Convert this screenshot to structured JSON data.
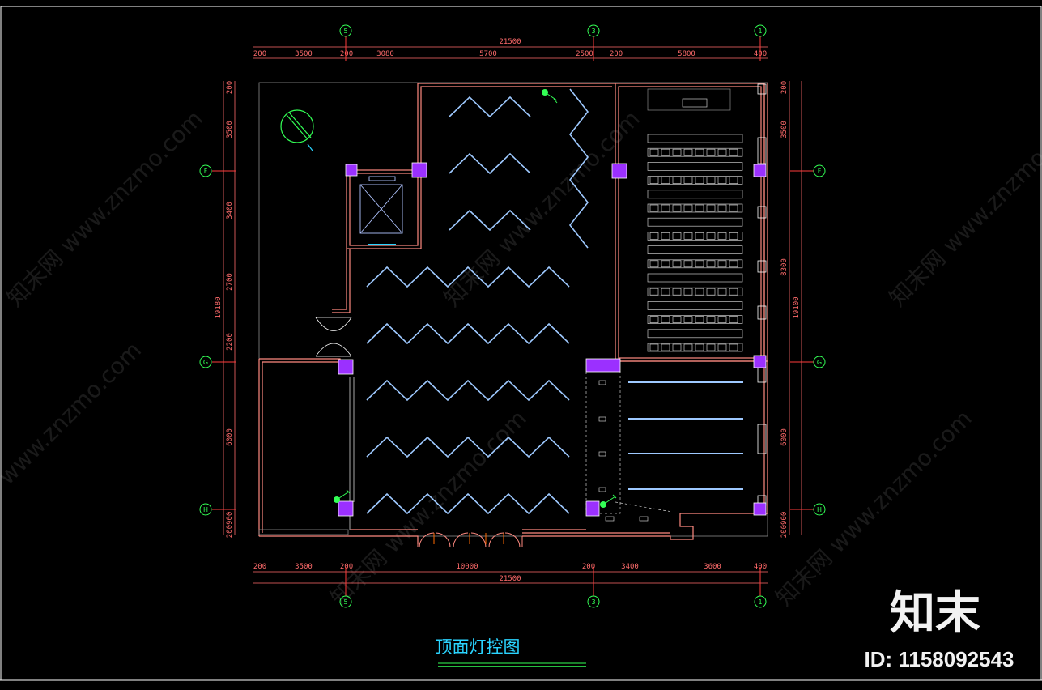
{
  "drawing": {
    "title": "顶面灯控图"
  },
  "dimensions": {
    "top_total": "21500",
    "top_segments": [
      "200",
      "3500",
      "200",
      "3080",
      "5700",
      "2500",
      "200",
      "5800",
      "400"
    ],
    "bottom_total": "21500",
    "bottom_segments": [
      "200",
      "3500",
      "200",
      "10000",
      "200",
      "3400",
      "3600",
      "400"
    ],
    "left_total": "19180",
    "left_segments": [
      "200",
      "3500",
      "3400",
      "2700",
      "2200",
      "6000",
      "200900"
    ],
    "right_total": "19100",
    "right_segments": [
      "200",
      "3500",
      "8300",
      "6000",
      "200900"
    ]
  },
  "grid_axes": {
    "columns": [
      "5",
      "3",
      "1"
    ],
    "rows": [
      "F",
      "G",
      "H"
    ]
  },
  "watermark": {
    "text_url": "www.znzmo.com",
    "text_cn": "知末网",
    "brand": "知末",
    "id_label": "ID: 1158092543"
  },
  "colors": {
    "background": "#000000",
    "wall": "#ff8a80",
    "column": "#9b30ff",
    "light": "#9ec9ff",
    "dimension": "#ff6b6b",
    "grid_axis": "#33ff55",
    "title": "#2ad4ff",
    "underline": "#33ff55"
  }
}
